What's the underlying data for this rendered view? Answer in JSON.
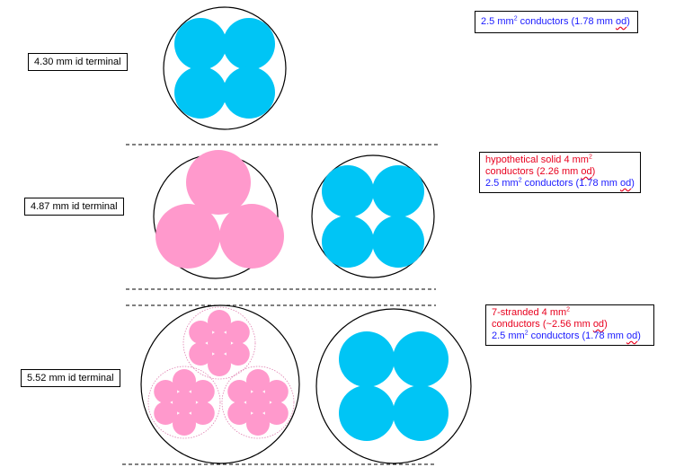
{
  "colors": {
    "blue_conductor": "#00c5f5",
    "pink_conductor": "#ff99cc",
    "red_text": "#e8001e",
    "blue_text": "#1a1aff"
  },
  "rows": [
    {
      "terminal_label": "4.30 mm id terminal",
      "legend": [
        {
          "color": "blue",
          "pre": "2.5 mm",
          "sup": "2",
          "post": " conductors (1.78 mm ",
          "squig": "od",
          "end": ")"
        }
      ]
    },
    {
      "terminal_label": "4.87 mm id terminal",
      "legend": [
        {
          "color": "red",
          "pre": "hypothetical solid 4 mm",
          "sup": "2",
          "post": "",
          "squig": "",
          "end": ""
        },
        {
          "color": "red",
          "pre": "conductors (2.26 mm ",
          "sup": "",
          "post": "",
          "squig": "od",
          "end": ")"
        },
        {
          "color": "blue",
          "pre": "2.5 mm",
          "sup": "2",
          "post": " conductors (1.78 mm ",
          "squig": "od",
          "end": ")"
        }
      ]
    },
    {
      "terminal_label": "5.52 mm id terminal",
      "legend": [
        {
          "color": "red",
          "pre": "7-stranded 4 mm",
          "sup": "2",
          "post": "",
          "squig": "",
          "end": ""
        },
        {
          "color": "red",
          "pre": "conductors (~2.56 mm ",
          "sup": "",
          "post": "",
          "squig": "od",
          "end": ")"
        },
        {
          "color": "blue",
          "pre": "2.5 mm",
          "sup": "2",
          "post": " conductors (1.78 mm ",
          "squig": "od",
          "end": ")"
        }
      ]
    }
  ]
}
